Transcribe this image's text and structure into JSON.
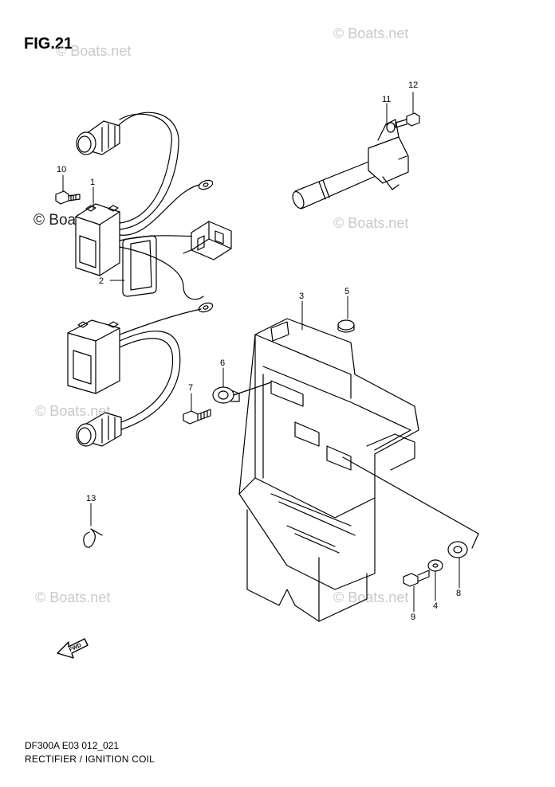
{
  "figure": {
    "title": "FIG.21",
    "code": "DF300A E03 012_021",
    "caption": "RECTIFIER / IGNITION COIL"
  },
  "watermark": {
    "text": "© Boats.net",
    "light_color": "#c9c9c9",
    "dark_color": "#222222"
  },
  "fwd_label": "FWD",
  "callouts": {
    "c1": "1",
    "c2": "2",
    "c3": "3",
    "c4": "4",
    "c5": "5",
    "c6": "6",
    "c7": "7",
    "c8": "8",
    "c9": "9",
    "c10": "10",
    "c11": "11",
    "c12": "12",
    "c13": "13"
  }
}
